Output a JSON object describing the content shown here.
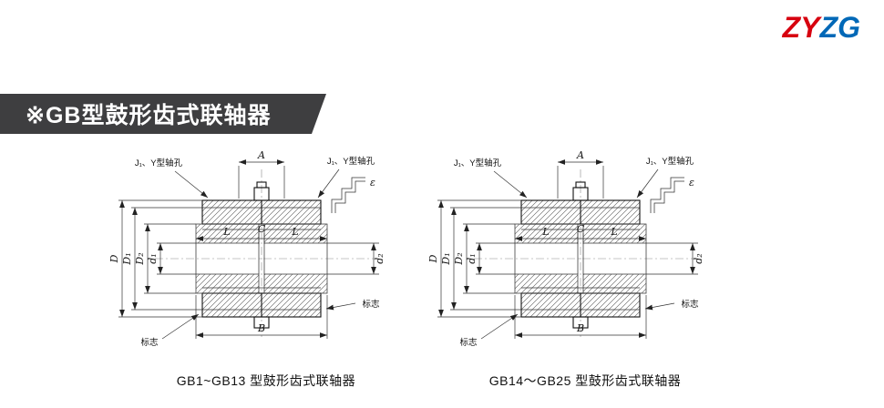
{
  "logo": {
    "part1": "ZY",
    "part2": "ZG",
    "color_part1": "#d7000f",
    "color_part2": "#0068b7"
  },
  "banner": {
    "title": "※GB型鼓形齿式联轴器",
    "bg_color": "#3e3e40",
    "text_color": "#ffffff"
  },
  "diagrams": [
    {
      "caption": "GB1~GB13 型鼓形齿式联轴器",
      "labels": {
        "bore_type_left": "J₁、Y型轴孔",
        "bore_type_right": "J₁、Y型轴孔",
        "dim_a": "A",
        "dim_l_left": "L",
        "dim_c": "C",
        "dim_l_right": "L",
        "dim_b": "B",
        "dim_d": "D",
        "dim_d1": "D₁",
        "dim_d2": "D₂",
        "dim_d1_small": "d₁",
        "dim_d2_small": "d₂",
        "epsilon": "ε",
        "mark_left": "标志",
        "mark_right": "标志"
      }
    },
    {
      "caption": "GB14～GB25 型鼓形齿式联轴器",
      "labels": {
        "bore_type_left": "J₁、Y型轴孔",
        "bore_type_right": "J₁、Y型轴孔",
        "dim_a": "A",
        "dim_l_left": "L",
        "dim_c": "C",
        "dim_l_right": "L",
        "dim_b": "B",
        "dim_d": "D",
        "dim_d1": "D₁",
        "dim_d2": "D₂",
        "dim_d1_small": "d₁",
        "dim_d2_small": "d₂",
        "epsilon": "ε",
        "mark_left": "标志",
        "mark_right": "标志"
      }
    }
  ]
}
